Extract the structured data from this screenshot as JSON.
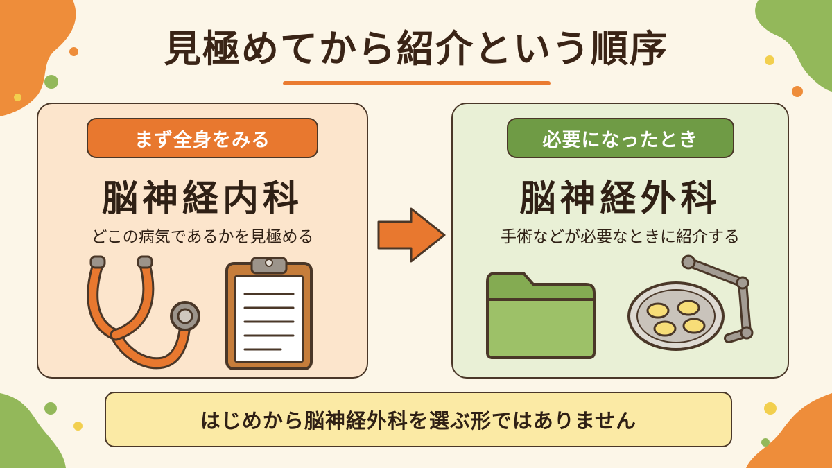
{
  "title": "見極めてから紹介という順序",
  "colors": {
    "background": "#fcf6e8",
    "accent_orange": "#e8782f",
    "accent_green": "#6f9b45",
    "left_panel": "#fce5cc",
    "right_panel": "#e9f0d6",
    "note": "#fbeaa5",
    "outline": "#4a3728"
  },
  "left_panel": {
    "badge": "まず全身をみる",
    "department": "脳神経内科",
    "description": "どこの病気であるかを見極める",
    "icons": [
      "stethoscope-icon",
      "clipboard-icon"
    ]
  },
  "right_panel": {
    "badge": "必要になったとき",
    "department": "脳神経外科",
    "description": "手術などが必要なときに紹介する",
    "icons": [
      "folder-icon",
      "surgical-light-icon"
    ]
  },
  "arrow": "arrow-right-icon",
  "note": "はじめから脳神経外科を選ぶ形ではありません"
}
